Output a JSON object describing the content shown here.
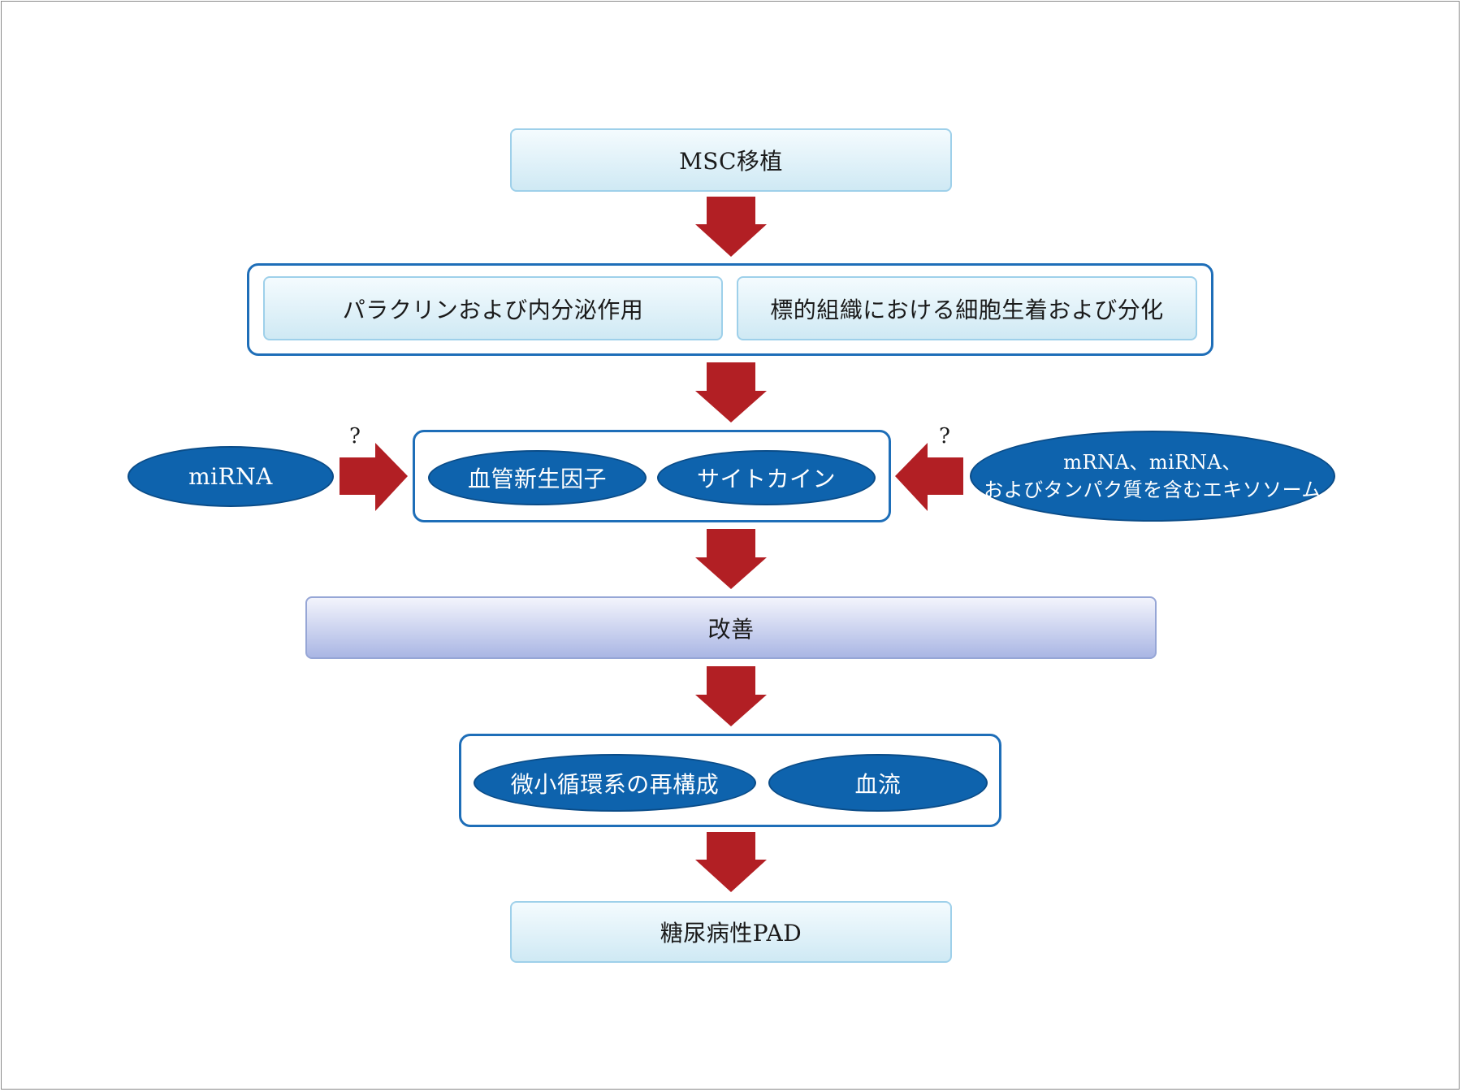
{
  "top_box": "MSC移植",
  "mechanism_group": {
    "left": "パラクリンおよび内分泌作用",
    "right": "標的組織における細胞生着および分化"
  },
  "factors_group": {
    "left": "血管新生因子",
    "right": "サイトカイン"
  },
  "left_source": {
    "label": "miRNA",
    "question": "?"
  },
  "right_source": {
    "line1": "mRNA、miRNA、",
    "line2": "およびタンパク質を含むエキソソーム",
    "question": "?"
  },
  "improvement_box": "改善",
  "outcome_group": {
    "left": "微小循環系の再構成",
    "right": "血流"
  },
  "bottom_box": "糖尿病性PAD",
  "colors": {
    "arrow": "#b21f24",
    "ellipse_fill": "#0e63ad",
    "group_border": "#1e6eb8",
    "light_box_border": "#9ed0ea"
  }
}
